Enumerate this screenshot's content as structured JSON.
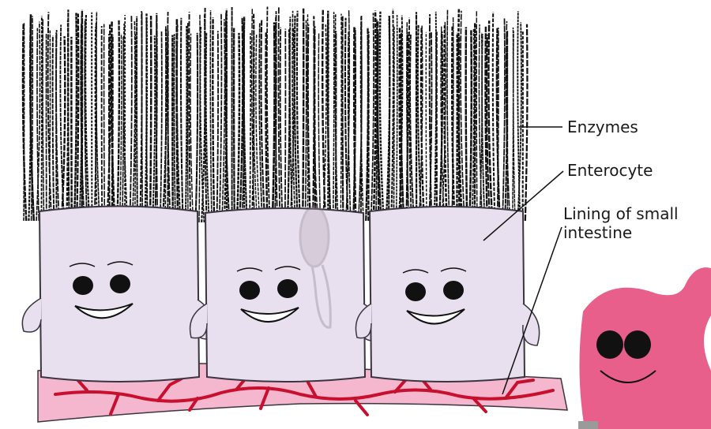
{
  "labels": {
    "enzymes": "Enzymes",
    "enterocyte": "Enterocyte",
    "lining_line1": "Lining of small",
    "lining_line2": "intestine"
  },
  "colors": {
    "cell_body": "#e8e0ee",
    "cell_outline": "#3a3540",
    "brush_hair": "#111111",
    "lining_fill": "#f4b7ce",
    "blood_vessel": "#c8102e",
    "blob_fill": "#e85f8c",
    "line": "#111111"
  },
  "icons": {
    "brush": "hairbrush-icon"
  }
}
